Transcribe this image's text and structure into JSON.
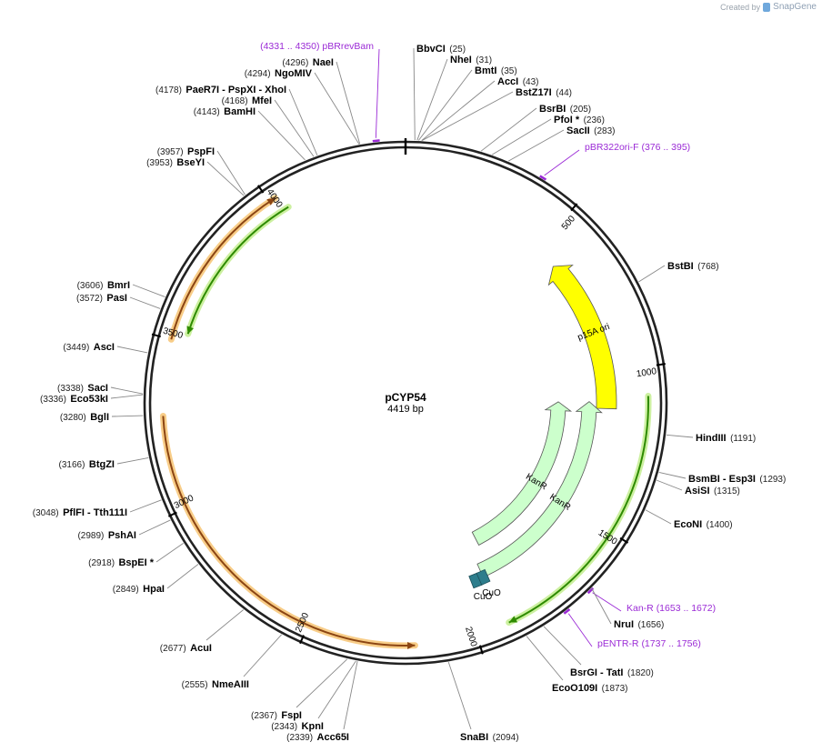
{
  "credit": {
    "created_by": "Created by",
    "brand": "SnapGene"
  },
  "map": {
    "name": "pCYP54",
    "length_label": "4419 bp",
    "total_bp": 4419,
    "tick_labels": [
      {
        "bp": 500,
        "label": "500"
      },
      {
        "bp": 1000,
        "label": "1000"
      },
      {
        "bp": 1500,
        "label": "1500"
      },
      {
        "bp": 2000,
        "label": "2000"
      },
      {
        "bp": 2500,
        "label": "2500"
      },
      {
        "bp": 3000,
        "label": "3000"
      },
      {
        "bp": 3500,
        "label": "3500"
      },
      {
        "bp": 4000,
        "label": "4000"
      }
    ],
    "features": [
      {
        "name": "p15A ori",
        "label": "p15A ori",
        "start": 580,
        "end": 1125,
        "direction": "ccw",
        "color": "#ffff00",
        "track": 0
      },
      {
        "name": "KanR outer",
        "label": "KanR",
        "start": 1100,
        "end": 1915,
        "direction": "ccw",
        "color": "#ccffcc",
        "track": 0
      },
      {
        "name": "KanR inner",
        "label": "KanR",
        "start": 1100,
        "end": 1875,
        "direction": "ccw",
        "color": "#ccffcc",
        "track": 1
      },
      {
        "name": "CuO 1",
        "label": "CuO",
        "start": 1936,
        "end": 1955,
        "color": "#2d7d8c",
        "track": 2
      },
      {
        "name": "CuO 2",
        "label": "CuO",
        "start": 1905,
        "end": 1924,
        "color": "#2d7d8c",
        "track": 2
      }
    ],
    "orfs": [
      {
        "name": "orf-1",
        "start": 1085,
        "end": 1900,
        "direction": "cw",
        "color": "#2e8b00",
        "highlight": "#ccf0a0"
      },
      {
        "name": "orf-2",
        "start": 2182,
        "end": 3276,
        "direction": "ccw",
        "color": "#8b4513",
        "highlight": "#f8cd88"
      },
      {
        "name": "orf-3",
        "start": 3500,
        "end": 4020,
        "direction": "cw",
        "color": "#8b4513",
        "highlight": "#f8cd88"
      },
      {
        "name": "orf-4",
        "start": 3530,
        "end": 4040,
        "direction": "ccw",
        "color": "#2e8b00",
        "highlight": "#ccf0a0"
      }
    ],
    "primers": [
      {
        "name": "pBRrevBam",
        "range": "(4331 .. 4350)",
        "start": 4331,
        "end": 4350,
        "side": "left"
      },
      {
        "name": "pBR322ori-F",
        "range": "(376 .. 395)",
        "start": 376,
        "end": 395,
        "side": "right"
      },
      {
        "name": "Kan-R",
        "range": "(1653 .. 1672)",
        "start": 1653,
        "end": 1672,
        "side": "right"
      },
      {
        "name": "pENTR-R",
        "range": "(1737 .. 1756)",
        "start": 1737,
        "end": 1756,
        "side": "right"
      }
    ],
    "enzymes": [
      {
        "name": "BbvCI",
        "pos": "(25)",
        "bp": 25,
        "side": "right"
      },
      {
        "name": "NheI",
        "pos": "(31)",
        "bp": 31,
        "side": "right"
      },
      {
        "name": "BmtI",
        "pos": "(35)",
        "bp": 35,
        "side": "right"
      },
      {
        "name": "AccI",
        "pos": "(43)",
        "bp": 43,
        "side": "right"
      },
      {
        "name": "BstZ17I",
        "pos": "(44)",
        "bp": 44,
        "side": "right"
      },
      {
        "name": "BsrBI",
        "pos": "(205)",
        "bp": 205,
        "side": "right"
      },
      {
        "name": "PfoI *",
        "pos": "(236)",
        "bp": 236,
        "side": "right"
      },
      {
        "name": "SacII",
        "pos": "(283)",
        "bp": 283,
        "side": "right"
      },
      {
        "name": "BstBI",
        "pos": "(768)",
        "bp": 768,
        "side": "right"
      },
      {
        "name": "HindIII",
        "pos": "(1191)",
        "bp": 1191,
        "side": "right"
      },
      {
        "name": "BsmBI - Esp3I",
        "pos": "(1293)",
        "bp": 1293,
        "side": "right"
      },
      {
        "name": "AsiSI",
        "pos": "(1315)",
        "bp": 1315,
        "side": "right"
      },
      {
        "name": "EcoNI",
        "pos": "(1400)",
        "bp": 1400,
        "side": "right"
      },
      {
        "name": "NruI",
        "pos": "(1656)",
        "bp": 1656,
        "side": "right"
      },
      {
        "name": "BsrGI - TatI",
        "pos": "(1820)",
        "bp": 1820,
        "side": "right"
      },
      {
        "name": "EcoO109I",
        "pos": "(1873)",
        "bp": 1873,
        "side": "right"
      },
      {
        "name": "SnaBI",
        "pos": "(2094)",
        "bp": 2094,
        "side": "right"
      },
      {
        "name": "Acc65I",
        "pos": "(2339)",
        "bp": 2339,
        "side": "left"
      },
      {
        "name": "KpnI",
        "pos": "(2343)",
        "bp": 2343,
        "side": "left"
      },
      {
        "name": "FspI",
        "pos": "(2367)",
        "bp": 2367,
        "side": "left"
      },
      {
        "name": "NmeAIII",
        "pos": "(2555)",
        "bp": 2555,
        "side": "left"
      },
      {
        "name": "AcuI",
        "pos": "(2677)",
        "bp": 2677,
        "side": "left"
      },
      {
        "name": "HpaI",
        "pos": "(2849)",
        "bp": 2849,
        "side": "left"
      },
      {
        "name": "BspEI *",
        "pos": "(2918)",
        "bp": 2918,
        "side": "left"
      },
      {
        "name": "PshAI",
        "pos": "(2989)",
        "bp": 2989,
        "side": "left"
      },
      {
        "name": "PflFI - Tth111I",
        "pos": "(3048)",
        "bp": 3048,
        "side": "left"
      },
      {
        "name": "BtgZI",
        "pos": "(3166)",
        "bp": 3166,
        "side": "left"
      },
      {
        "name": "BglI",
        "pos": "(3280)",
        "bp": 3280,
        "side": "left"
      },
      {
        "name": "Eco53kI",
        "pos": "(3336)",
        "bp": 3336,
        "side": "left"
      },
      {
        "name": "SacI",
        "pos": "(3338)",
        "bp": 3338,
        "side": "left"
      },
      {
        "name": "AscI",
        "pos": "(3449)",
        "bp": 3449,
        "side": "left"
      },
      {
        "name": "PasI",
        "pos": "(3572)",
        "bp": 3572,
        "side": "left"
      },
      {
        "name": "BmrI",
        "pos": "(3606)",
        "bp": 3606,
        "side": "left"
      },
      {
        "name": "BseYI",
        "pos": "(3953)",
        "bp": 3953,
        "side": "left"
      },
      {
        "name": "PspFI",
        "pos": "(3957)",
        "bp": 3957,
        "side": "left"
      },
      {
        "name": "BamHI",
        "pos": "(4143)",
        "bp": 4143,
        "side": "left"
      },
      {
        "name": "MfeI",
        "pos": "(4168)",
        "bp": 4168,
        "side": "left"
      },
      {
        "name": "PaeR7I - PspXI - XhoI",
        "pos": "(4178)",
        "bp": 4178,
        "side": "left"
      },
      {
        "name": "NgoMIV",
        "pos": "(4294)",
        "bp": 4294,
        "side": "left"
      },
      {
        "name": "NaeI",
        "pos": "(4296)",
        "bp": 4296,
        "side": "left"
      }
    ]
  }
}
